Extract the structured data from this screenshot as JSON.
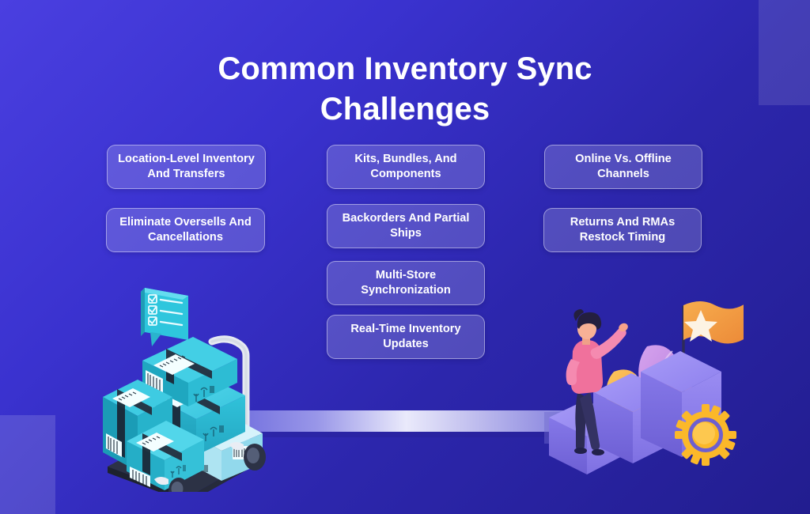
{
  "page": {
    "title_line1": "Common Inventory Sync",
    "title_line2": "Challenges",
    "background_start": "#4a3fe0",
    "background_end": "#221d8f"
  },
  "columns": {
    "left": [
      {
        "label_line1": "Location-Level Inventory",
        "label_line2": "And Transfers"
      },
      {
        "label_line1": "Eliminate Oversells And",
        "label_line2": "Cancellations"
      }
    ],
    "middle": [
      {
        "label_line1": "Kits, Bundles, And",
        "label_line2": "Components"
      },
      {
        "label_line1": "Backorders And Partial",
        "label_line2": "Ships"
      },
      {
        "label_line1": "Multi-Store",
        "label_line2": "Synchronization"
      },
      {
        "label_line1": "Real-Time Inventory",
        "label_line2": "Updates"
      }
    ],
    "right": [
      {
        "label_line1": "Online Vs. Offline",
        "label_line2": "Channels"
      },
      {
        "label_line1": "Returns And RMAs",
        "label_line2": "Restock Timing"
      }
    ]
  },
  "illustrations": {
    "left": {
      "name": "hand-truck-with-boxes",
      "box_color": "#2ec6dd",
      "box_color_dark": "#1d9fb8",
      "box_color_light": "#a9e8f4",
      "checklist_bubble_color": "#2ec6dd"
    },
    "right": {
      "name": "person-climbing-steps-to-flag",
      "step_color": "#8b7ef0",
      "step_color_dark": "#6f61d8",
      "flag_color": "#f3a03d",
      "star_color": "#fdf3e3",
      "gear_color": "#fbb829",
      "person_shirt_color": "#f0719c",
      "person_pants_color": "#2c2b55",
      "leaf_orange": "#f9b949",
      "leaf_pink": "#d9a0ec"
    }
  },
  "accents": {
    "top_right_overlay": "rgba(255,255,255,0.115)",
    "bottom_left_overlay": "rgba(255,255,255,0.14)"
  }
}
